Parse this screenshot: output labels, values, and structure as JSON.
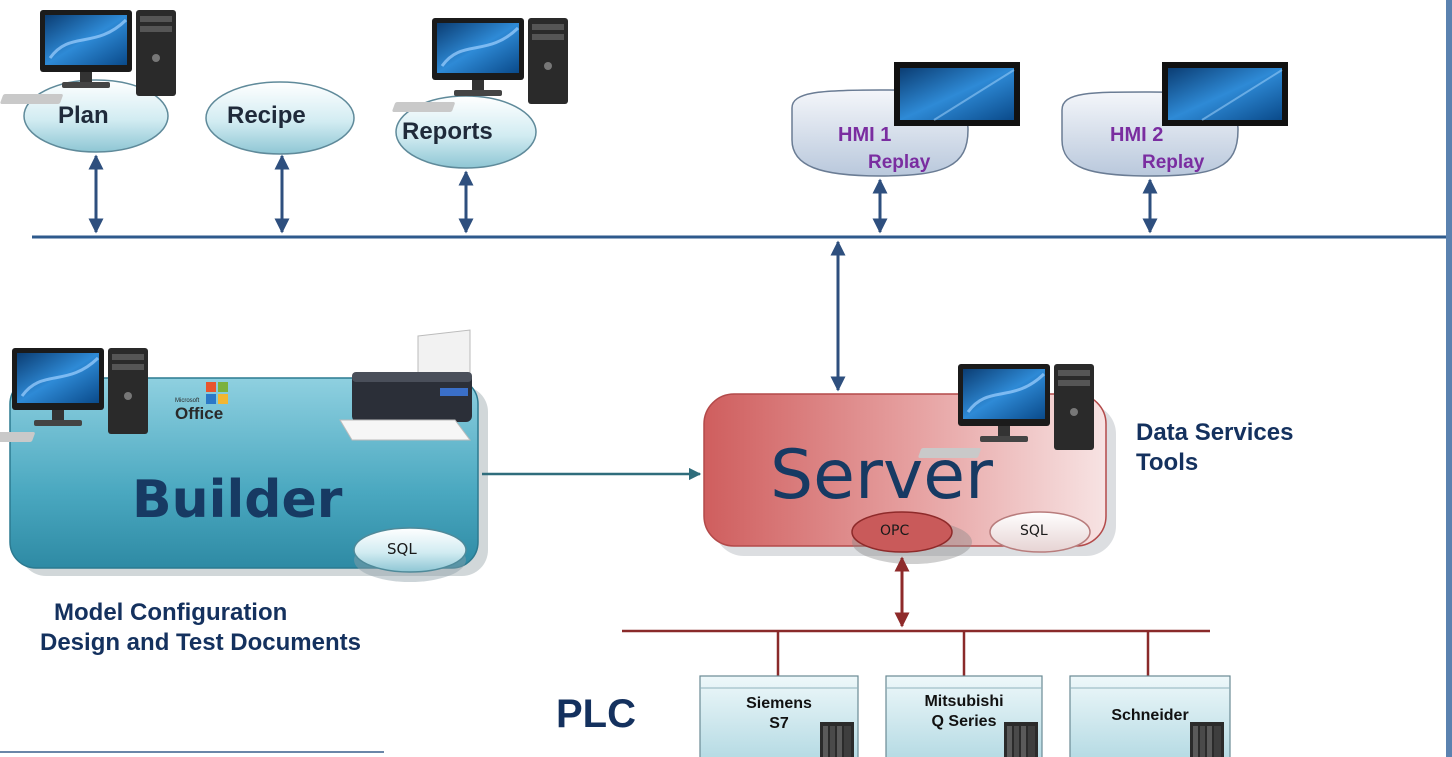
{
  "top_nodes": {
    "plan": "Plan",
    "recipe": "Recipe",
    "reports": "Reports"
  },
  "hmi_nodes": [
    {
      "name": "HMI 1",
      "sub": "Replay"
    },
    {
      "name": "HMI 2",
      "sub": "Replay"
    }
  ],
  "builder": {
    "title": "Builder",
    "db": "SQL",
    "office_small": "Microsoft",
    "office_label": "Office"
  },
  "builder_caption": [
    "Model Configuration",
    "Design and Test Documents"
  ],
  "server": {
    "title": "Server",
    "opc": "OPC",
    "db": "SQL"
  },
  "server_caption": [
    "Data Services",
    "Tools"
  ],
  "plc": {
    "label": "PLC",
    "devices": [
      {
        "line1": "Siemens",
        "line2": "S7"
      },
      {
        "line1": "Mitsubishi",
        "line2": "Q Series"
      },
      {
        "line1": "Schneider",
        "line2": ""
      }
    ]
  },
  "colors": {
    "network_line": "#2e5a8c",
    "arrow_blue": "#2e4f7e",
    "arrow_red": "#8e2a2a",
    "plc_bus": "#8a2a2a",
    "builder_fill": "#3aa0b8",
    "server_fill": "#d26a6a",
    "bubble_fill": "#c9e6ee",
    "hmi_fill": "#d2dcea",
    "plc_box_fill": "#d7eef2",
    "caption": "#14315e"
  }
}
